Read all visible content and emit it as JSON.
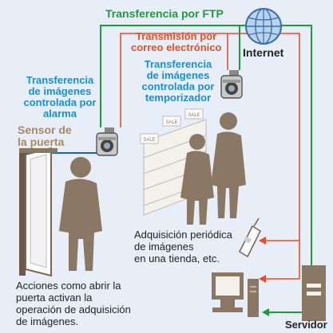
{
  "labels": {
    "ftp": "Transferencia por FTP",
    "email_1": "Transmisión por",
    "email_2": "correo electrónico",
    "internet": "Internet",
    "timer_1": "Transferencia",
    "timer_2": "de imágenes",
    "timer_3": "controlada por",
    "timer_4": "temporizador",
    "alarm_1": "Transferencia",
    "alarm_2": "de imágenes",
    "alarm_3": "controlada por",
    "alarm_4": "alarma",
    "sensor_1": "Sensor de",
    "sensor_2": "la puerta",
    "shop_1": "Adquisición periódica",
    "shop_2": "de imágenes",
    "shop_3": "en una tienda, etc.",
    "door_1": "Acciones como abrir la",
    "door_2": "puerta activan la",
    "door_3": "operación de adquisición",
    "door_4": "de imágenes.",
    "server": "Servidor",
    "sale_1": "SALE",
    "sale_2": "SALE",
    "sale_3": "SALE"
  },
  "colors": {
    "background": "#e8eef7",
    "ftp_line": "#1f9a3c",
    "email_line": "#e0512a",
    "alarm_line": "#1a5fb4",
    "silhouette": "#8a7864"
  }
}
